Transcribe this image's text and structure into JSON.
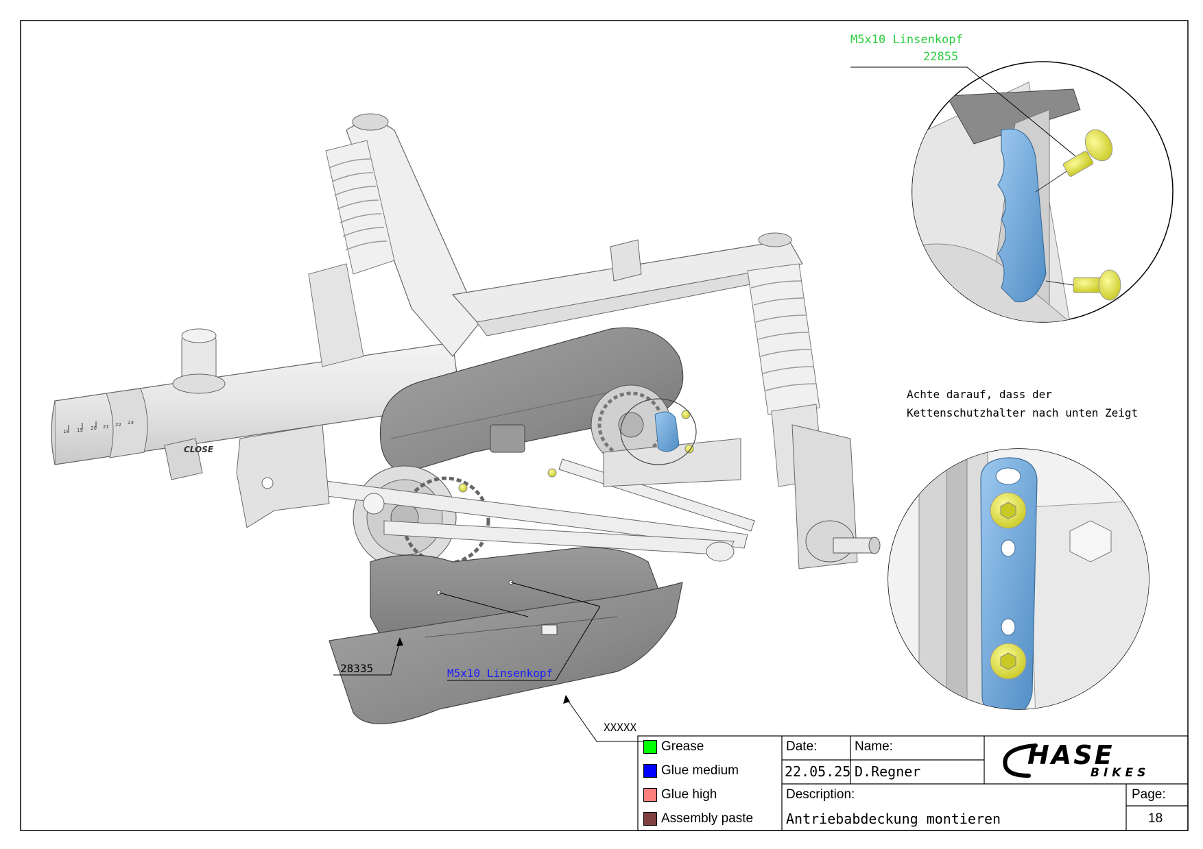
{
  "callouts": {
    "top_part": "M5x10 Linsenkopf",
    "top_number": "22855",
    "note_line1": "Achte darauf, dass der",
    "note_line2": "Kettenschutzhalter nach unten Zeigt",
    "cover_number": "28335",
    "bottom_part": "M5x10 Linsenkopf",
    "placeholder": "XXXXX"
  },
  "frame_marks": {
    "close_label": "CLOSE"
  },
  "legend": [
    {
      "label": "Grease",
      "color": "#00ff00"
    },
    {
      "label": "Glue medium",
      "color": "#0000ff"
    },
    {
      "label": "Glue high",
      "color": "#ff7f7f"
    },
    {
      "label": "Assembly paste",
      "color": "#7f3f3f"
    }
  ],
  "title_block": {
    "date_label": "Date:",
    "date_value": "22.05.25",
    "name_label": "Name:",
    "name_value": "D.Regner",
    "description_label": "Description:",
    "description_value": "Antriebabdeckung montieren",
    "page_label": "Page:",
    "page_value": "18",
    "logo_text_main": "HASE",
    "logo_text_sub": "BIKES"
  },
  "colors": {
    "grease": "#00ff00",
    "glue_medium": "#0000ff",
    "callout_top": "#2ecc40",
    "callout_blue": "#1a1aff",
    "screw": "#e8e84a",
    "bracket": "#6fa8d8",
    "cover": "#8c8c8c"
  }
}
